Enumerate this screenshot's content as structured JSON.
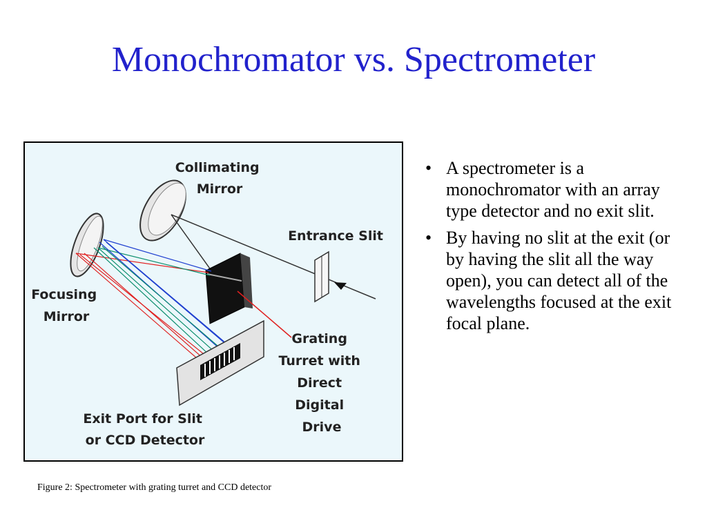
{
  "slide": {
    "title": "Monochromator vs. Spectrometer",
    "caption": "Figure 2:  Spectrometer with grating turret and CCD detector",
    "bullets": [
      "A spectrometer is a monochromator with an array type detector and no exit slit.",
      "By having no slit at the exit (or by having the slit all the way open), you can detect all of the wavelengths focused at the exit focal plane."
    ],
    "bullet_symbol": "•"
  },
  "diagram": {
    "labels": {
      "collimating_mirror": [
        "Collimating",
        "Mirror"
      ],
      "entrance_slit": "Entrance Slit",
      "focusing_mirror": [
        "Focusing",
        "Mirror"
      ],
      "grating_turret": [
        "Grating",
        "Turret with",
        "Direct",
        "Digital",
        "Drive"
      ],
      "exit_port": [
        "Exit Port for Slit",
        "or CCD Detector"
      ]
    },
    "colors": {
      "red_ray": "#e02020",
      "blue_ray": "#2040d0",
      "green_ray": "#109070",
      "background": "#ebf7fb"
    }
  }
}
